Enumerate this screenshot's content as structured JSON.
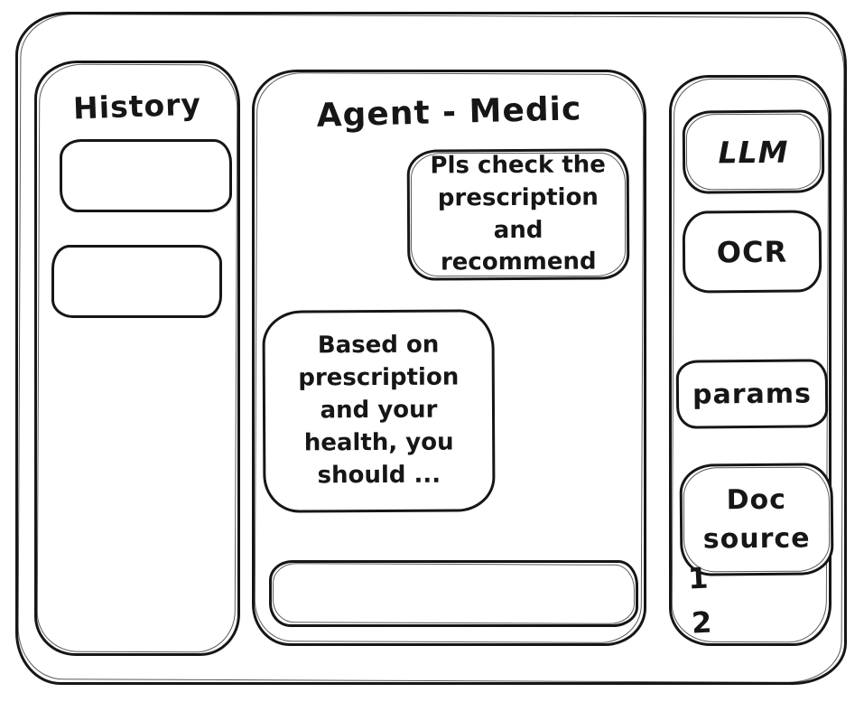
{
  "app": {
    "name": "Agent - Medic"
  },
  "history_panel": {
    "title": "History",
    "items": [
      {
        "label": ""
      },
      {
        "label": ""
      }
    ]
  },
  "chat_panel": {
    "title": "Agent - Medic",
    "messages": [
      {
        "role": "user",
        "text": "Pls check the prescription and recommend"
      },
      {
        "role": "assistant",
        "text": "Based on prescription and your health, you should ..."
      }
    ],
    "input": {
      "value": "",
      "placeholder": ""
    }
  },
  "tools_panel": {
    "llm_button": "LLM",
    "ocr_button": "OCR",
    "params_button": "params",
    "doc_source": {
      "label": "Doc source",
      "items": [
        "1",
        "2"
      ]
    }
  },
  "colors": {
    "stroke": "#161616",
    "background": "#ffffff"
  }
}
